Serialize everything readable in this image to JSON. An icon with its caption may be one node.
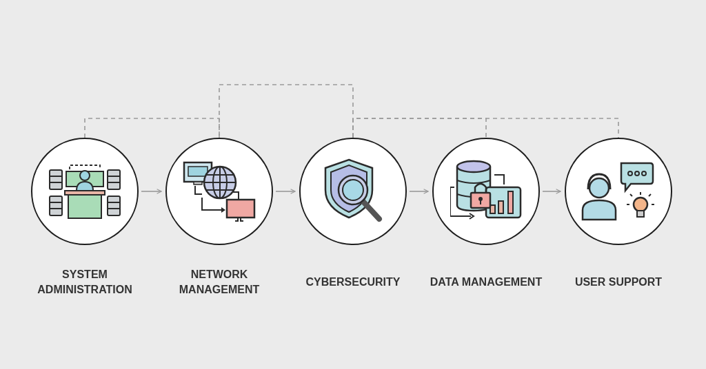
{
  "diagram": {
    "nodes": [
      {
        "text": [
          "SYSTEM ADMINISTRATION"
        ]
      },
      {
        "text": [
          "NETWORK MANAGEMENT"
        ]
      },
      {
        "text": [
          "CYBERSECURITY"
        ]
      },
      {
        "text": [
          "DATA MANAGEMENT"
        ]
      },
      {
        "text": [
          "USER SUPPORT"
        ]
      }
    ],
    "edges": [
      {
        "from": 0,
        "to": 1,
        "arrow": "to"
      },
      {
        "from": 1,
        "to": 2,
        "arrow": "to"
      },
      {
        "from": 2,
        "to": 3,
        "arrow": "to"
      },
      {
        "from": 3,
        "to": 4,
        "arrow": "to"
      },
      {
        "from": 0,
        "to": 1,
        "arrow": "none",
        "style": "dashed"
      },
      {
        "from": 1,
        "to": 2,
        "arrow": "none",
        "style": "dashed"
      },
      {
        "from": 2,
        "to": 3,
        "arrow": "none",
        "style": "dashed"
      },
      {
        "from": 2,
        "to": 4,
        "arrow": "none",
        "style": "dashed"
      }
    ]
  }
}
